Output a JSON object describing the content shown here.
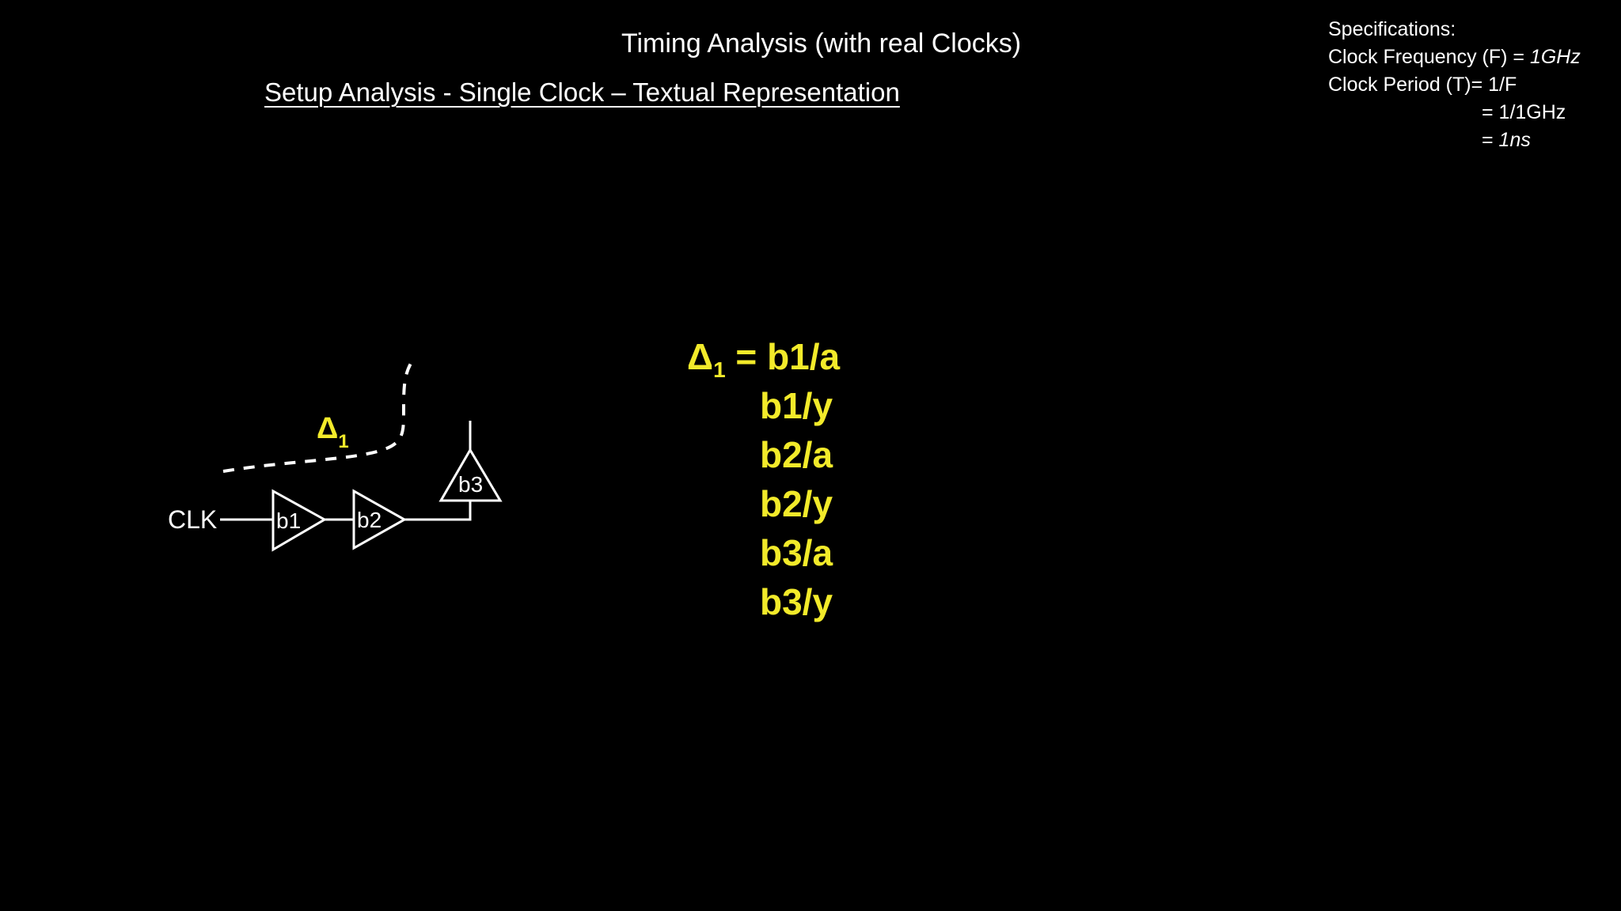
{
  "header": {
    "title": "Timing Analysis (with real Clocks)",
    "subtitle": "Setup Analysis - Single Clock – Textual Representation"
  },
  "specs": {
    "heading": "Specifications:",
    "freq_label": "Clock Frequency (F) = ",
    "freq_value": "1GHz",
    "period_label": "Clock Period (T)= 1/F",
    "period_step1": "= 1/1GHz",
    "period_step2_prefix": "= ",
    "period_step2_value": "1ns"
  },
  "diagram": {
    "clk_label": "CLK",
    "buffers": [
      "b1",
      "b2",
      "b3"
    ],
    "delta_symbol": "Δ",
    "delta_sub": "1"
  },
  "equation": {
    "lhs_symbol": "Δ",
    "lhs_sub": "1",
    "eq_sign": " = ",
    "pins": [
      "b1/a",
      "b1/y",
      "b2/a",
      "b2/y",
      "b3/a",
      "b3/y"
    ]
  },
  "colors": {
    "background": "#000000",
    "foreground": "#ffffff",
    "highlight": "#f2ea2a"
  }
}
